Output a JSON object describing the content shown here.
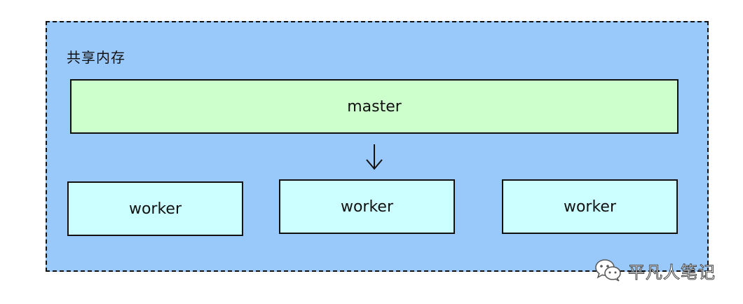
{
  "diagram": {
    "region_label": "共享内存",
    "master_label": "master",
    "workers": [
      {
        "label": "worker"
      },
      {
        "label": "worker"
      },
      {
        "label": "worker"
      }
    ]
  },
  "watermark": {
    "text": "平凡人笔记",
    "icon": "wechat-icon"
  },
  "colors": {
    "region_fill": "#99c9fb",
    "master_fill": "#ccffcc",
    "worker_fill": "#ccffff",
    "stroke": "#111111"
  }
}
